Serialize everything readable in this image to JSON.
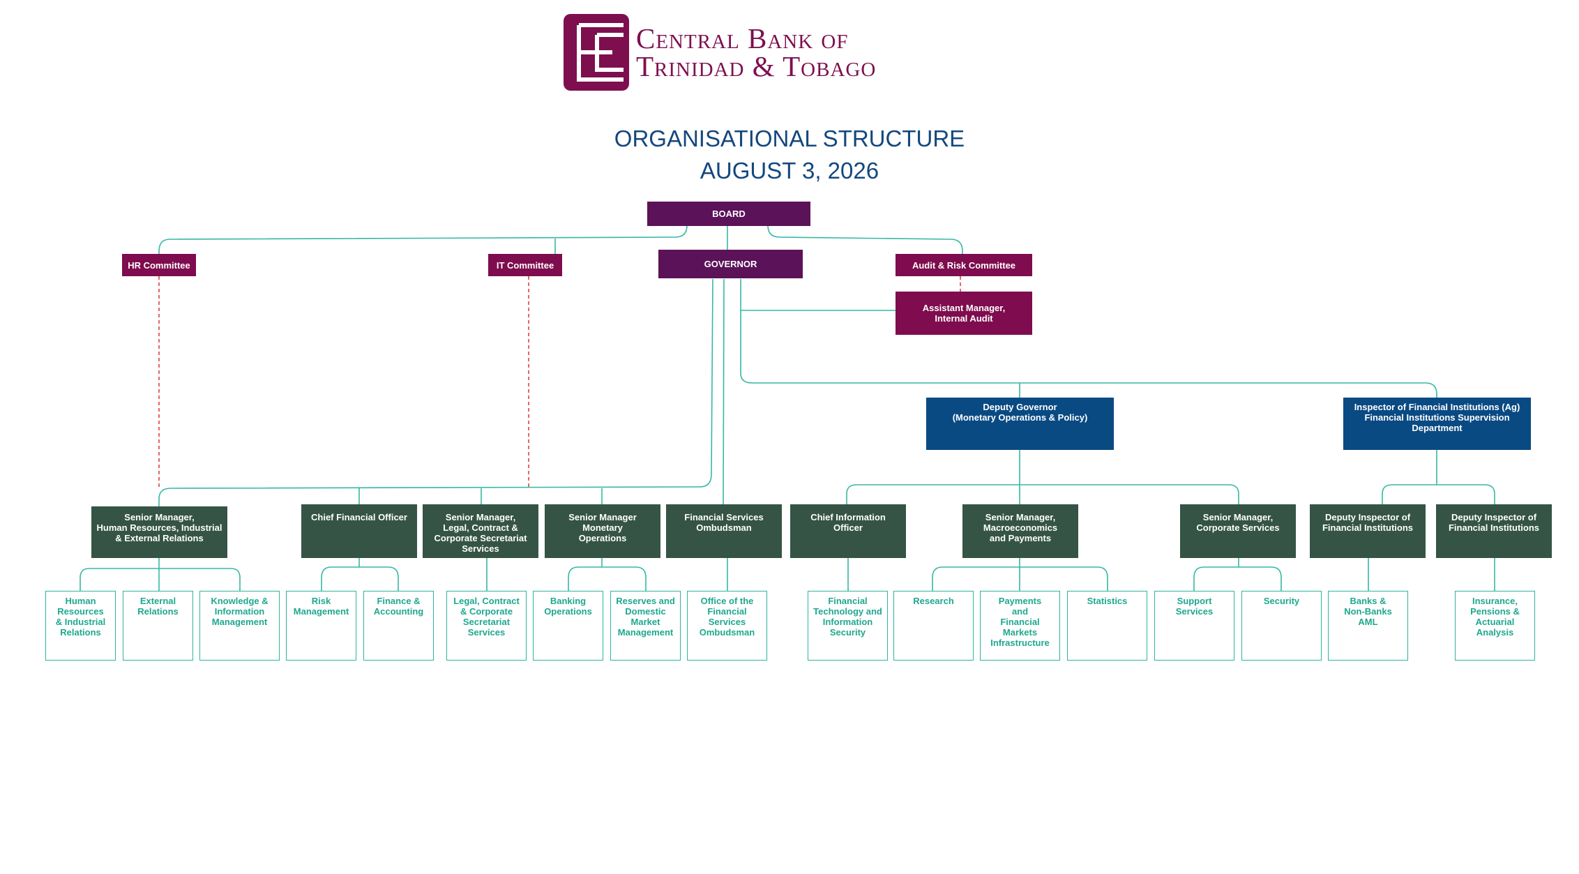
{
  "header": {
    "logo_icon": "cbtt-logo-mark",
    "logo_line1": "Central Bank of",
    "logo_line2": "Trinidad & Tobago",
    "title": "ORGANISATIONAL STRUCTURE",
    "date": "AUGUST 3, 2026"
  },
  "colors": {
    "board": "#5b1259",
    "committee": "#7e0c4e",
    "deputy": "#0a4a83",
    "department": "#355445",
    "unit_border": "#2db59c",
    "connector": "#36b8a4",
    "dotted": "#e04040"
  },
  "boxes": {
    "board": "BOARD",
    "hr_committee": "HR Committee",
    "it_committee": "IT Committee",
    "governor": "GOVERNOR",
    "audit_committee": "Audit & Risk Committee",
    "internal_audit": "Assistant Manager,\nInternal Audit",
    "deputy_governor": "Deputy Governor\n(Monetary Operations & Policy)",
    "inspector": "Inspector of Financial Institutions (Ag)\nFinancial Institutions Supervision\nDepartment"
  },
  "departments": [
    {
      "name": "Senior Manager,\nHuman Resources, Industrial\n& External Relations",
      "units": [
        "Human\nResources\n& Industrial\nRelations",
        "External\nRelations",
        "Knowledge &\nInformation\nManagement"
      ]
    },
    {
      "name": "Chief Financial Officer",
      "units": [
        "Risk\nManagement",
        "Finance &\nAccounting"
      ]
    },
    {
      "name": "Senior Manager,\nLegal, Contract &\nCorporate Secretariat\nServices",
      "units": [
        "Legal, Contract\n& Corporate\nSecretariat\nServices"
      ]
    },
    {
      "name": "Senior Manager\nMonetary\nOperations",
      "units": [
        "Banking\nOperations",
        "Reserves and\nDomestic\nMarket\nManagement"
      ]
    },
    {
      "name": "Financial Services\nOmbudsman",
      "units": [
        "Office of the\nFinancial\nServices\nOmbudsman"
      ]
    },
    {
      "name": "Chief Information\nOfficer",
      "units": [
        "Financial\nTechnology and\nInformation\nSecurity"
      ]
    },
    {
      "name": "Senior Manager,\nMacroeconomics\nand Payments",
      "units": [
        "Research",
        "Payments\nand\nFinancial\nMarkets\nInfrastructure",
        "Statistics"
      ]
    },
    {
      "name": "Senior Manager,\nCorporate Services",
      "units": [
        "Support\nServices",
        "Security"
      ]
    },
    {
      "name": "Deputy Inspector of\nFinancial Institutions",
      "units": [
        "Banks &\nNon-Banks\nAML"
      ]
    },
    {
      "name": "Deputy Inspector of\nFinancial Institutions",
      "units": [
        "Insurance,\nPensions &\nActuarial\nAnalysis"
      ]
    }
  ]
}
